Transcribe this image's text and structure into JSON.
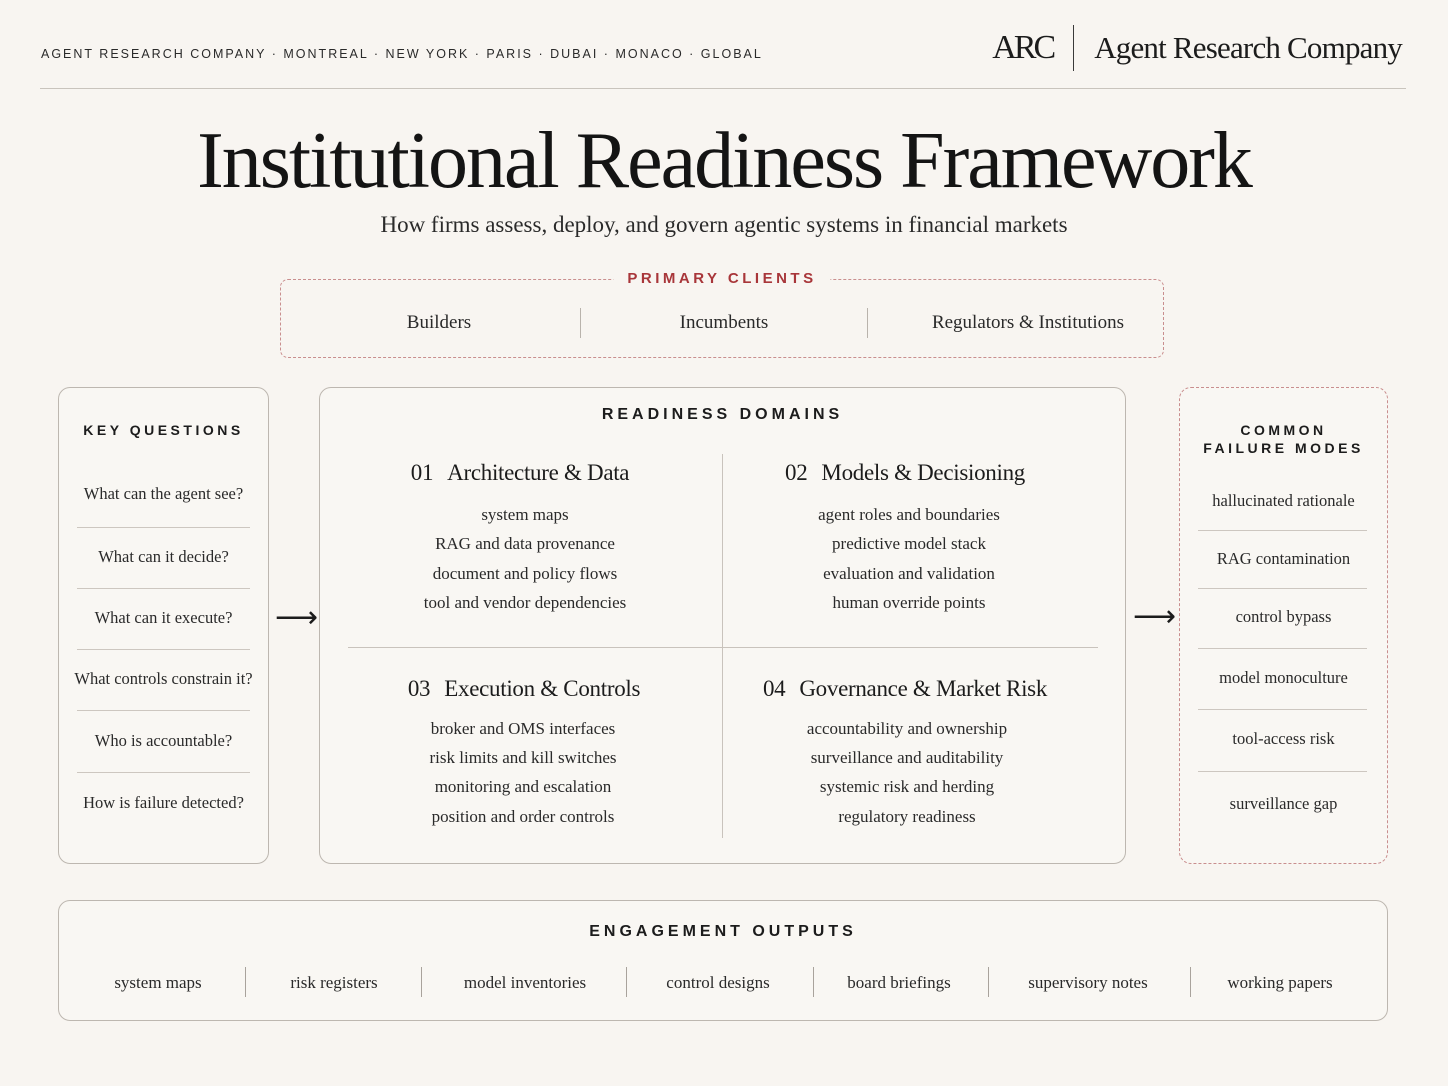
{
  "header": {
    "tagline": "AGENT RESEARCH COMPANY · MONTREAL · NEW YORK · PARIS · DUBAI · MONACO · GLOBAL",
    "logo_mark": "ARC",
    "company_name": "Agent Research Company"
  },
  "title": "Institutional Readiness Framework",
  "subtitle": "How firms assess, deploy, and govern agentic systems in financial markets",
  "primary_clients": {
    "label": "PRIMARY CLIENTS",
    "items": [
      "Builders",
      "Incumbents",
      "Regulators & Institutions"
    ]
  },
  "key_questions": {
    "heading": "KEY QUESTIONS",
    "items": [
      "What can the agent see?",
      "What can it decide?",
      "What can it execute?",
      "What controls constrain it?",
      "Who is accountable?",
      "How is failure detected?"
    ]
  },
  "readiness_domains": {
    "heading": "READINESS DOMAINS",
    "domains": [
      {
        "number": "01",
        "title": "Architecture & Data",
        "items": [
          "system maps",
          "RAG and data provenance",
          "document and policy flows",
          "tool and vendor dependencies"
        ]
      },
      {
        "number": "02",
        "title": "Models & Decisioning",
        "items": [
          "agent roles and boundaries",
          "predictive model stack",
          "evaluation and validation",
          "human override points"
        ]
      },
      {
        "number": "03",
        "title": "Execution & Controls",
        "items": [
          "broker and OMS interfaces",
          "risk limits and kill switches",
          "monitoring and escalation",
          "position and order controls"
        ]
      },
      {
        "number": "04",
        "title": "Governance & Market Risk",
        "items": [
          "accountability and ownership",
          "surveillance and auditability",
          "systemic risk and herding",
          "regulatory readiness"
        ]
      }
    ]
  },
  "failure_modes": {
    "heading_line1": "COMMON",
    "heading_line2": "FAILURE MODES",
    "items": [
      "hallucinated rationale",
      "RAG contamination",
      "control bypass",
      "model monoculture",
      "tool-access risk",
      "surveillance gap"
    ]
  },
  "engagement_outputs": {
    "heading": "ENGAGEMENT OUTPUTS",
    "items": [
      "system maps",
      "risk registers",
      "model inventories",
      "control designs",
      "board briefings",
      "supervisory notes",
      "working papers"
    ]
  },
  "colors": {
    "background": "#f8f5f1",
    "accent_red": "#a8363a",
    "dashed_border": "#c98e8e",
    "text": "#1c1c1c"
  }
}
